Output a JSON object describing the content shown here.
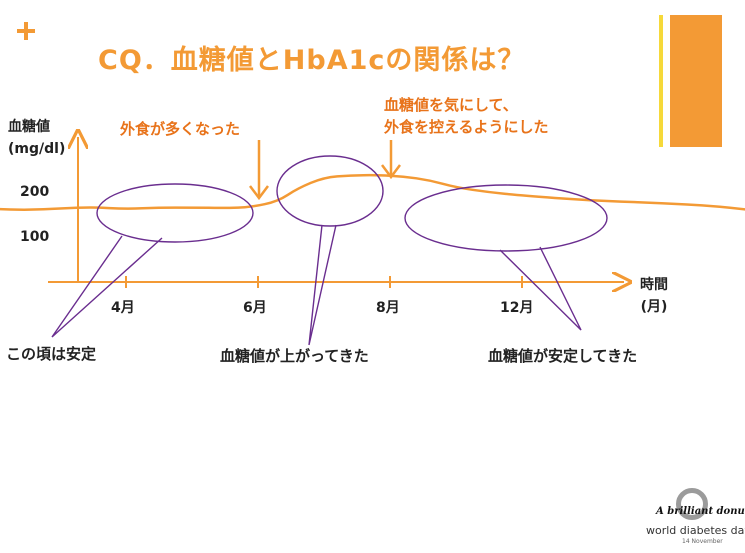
{
  "slide": {
    "title": "CQ．血糖値とHbA1cの関係は？",
    "accent_color": "#F39A35",
    "secondary_color": "#F6D93A",
    "plus_icon": "plus-icon"
  },
  "chart_data": {
    "type": "line",
    "ylabel_line1": "血糖値",
    "ylabel_line2": "(mg/dl)",
    "xlabel_line1": "時間",
    "xlabel_line2": "(月)",
    "y_ticks": [
      "200",
      "100"
    ],
    "x_ticks": [
      "4月",
      "6月",
      "8月",
      "12月"
    ],
    "series": [
      {
        "color": "#F39A35",
        "x": [
          2,
          2.5,
          3,
          3.5,
          4,
          4.5,
          5,
          5.5,
          5.9,
          6.3,
          6.6,
          7,
          7.4,
          7.8,
          8.2,
          8.6,
          9,
          9.5,
          10,
          11,
          12,
          13,
          13.9
        ],
        "y": [
          152,
          150,
          153,
          156,
          152,
          155,
          155,
          154,
          156,
          168,
          195,
          218,
          222,
          223,
          220,
          212,
          197,
          187,
          180,
          170,
          165,
          158,
          142
        ]
      }
    ],
    "annotations": {
      "eating_out_more": "外食が多くなった",
      "mind_glucose_line1": "血糖値を気にして、",
      "mind_glucose_line2": "外食を控えるようにした"
    },
    "callouts": {
      "stable_period": "この頃は安定",
      "rising": "血糖値が上がってきた",
      "stabilizing": "血糖値が安定してきた"
    }
  },
  "footer": {
    "tagline": "A brilliant donut",
    "brand": "world diabetes day",
    "date": "14 November",
    "ring_icon": "donut-ring-icon"
  }
}
